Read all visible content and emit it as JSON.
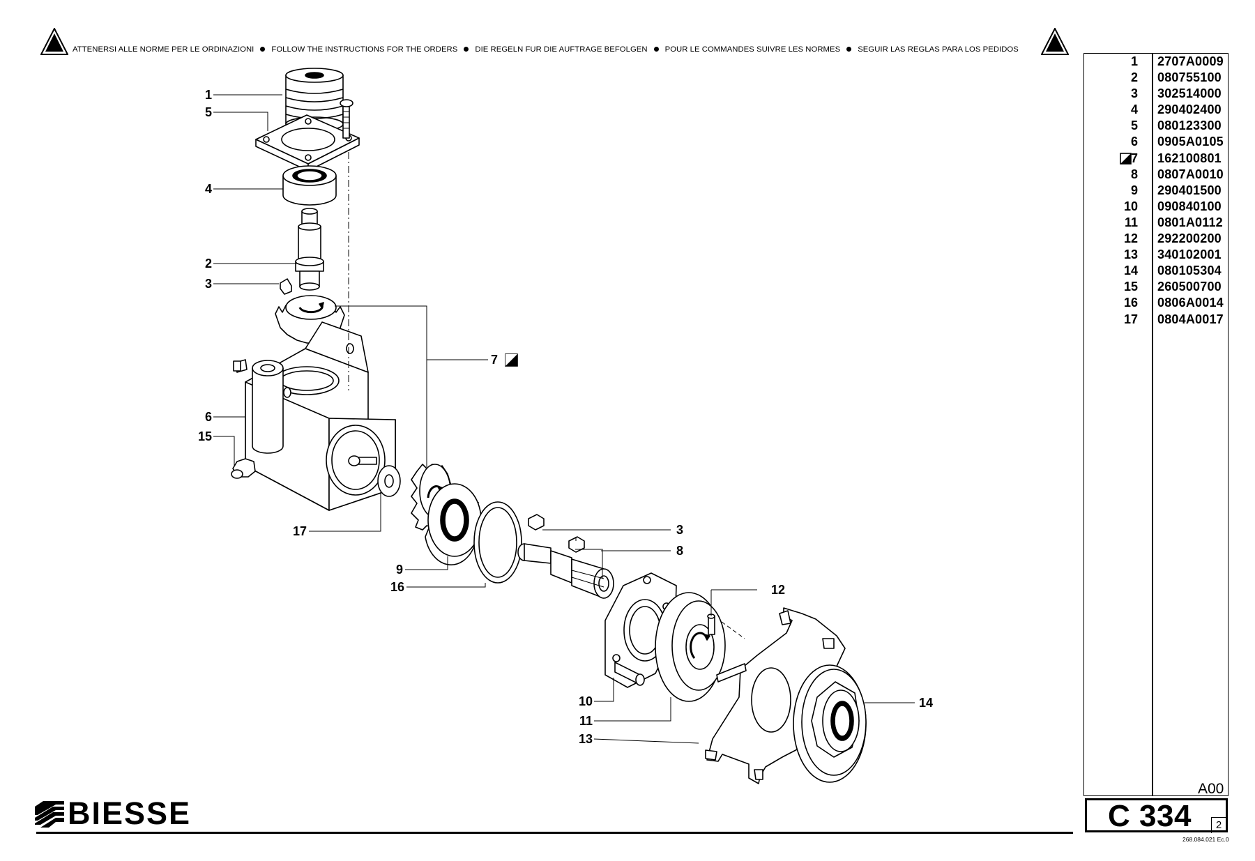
{
  "header": {
    "instructions": [
      "ATTENERSI ALLE NORME PER LE ORDINAZIONI",
      "FOLLOW THE INSTRUCTIONS FOR THE ORDERS",
      "DIE REGELN FUR DIE AUFTRAGE BEFOLGEN",
      "POUR LE COMMANDES SUIVRE LES NORMES",
      "SEGUIR LAS REGLAS PARA LOS PEDIDOS"
    ],
    "warning_icon": "warning-triangle-icon"
  },
  "diagram": {
    "callouts": [
      "1",
      "5",
      "4",
      "2",
      "3",
      "7",
      "6",
      "15",
      "17",
      "9",
      "16",
      "3",
      "8",
      "12",
      "10",
      "11",
      "13",
      "14"
    ],
    "assembly_marker_icon": "half-filled-square-icon"
  },
  "parts": [
    {
      "index": "1",
      "code": "2707A0009"
    },
    {
      "index": "2",
      "code": "080755100"
    },
    {
      "index": "3",
      "code": "302514000"
    },
    {
      "index": "4",
      "code": "290402400"
    },
    {
      "index": "5",
      "code": "080123300"
    },
    {
      "index": "6",
      "code": "0905A0105"
    },
    {
      "index": "7",
      "code": "162100801",
      "marker": "half-filled-square-icon"
    },
    {
      "index": "8",
      "code": "0807A0010"
    },
    {
      "index": "9",
      "code": "290401500"
    },
    {
      "index": "10",
      "code": "090840100"
    },
    {
      "index": "11",
      "code": "0801A0112"
    },
    {
      "index": "12",
      "code": "292200200"
    },
    {
      "index": "13",
      "code": "340102001"
    },
    {
      "index": "14",
      "code": "080105304"
    },
    {
      "index": "15",
      "code": "260500700"
    },
    {
      "index": "16",
      "code": "0806A0014"
    },
    {
      "index": "17",
      "code": "0804A0017"
    }
  ],
  "titleblock": {
    "revision": "A00",
    "table_code": "C 334",
    "sheet": "2",
    "document_ref": "268.084.021 Ec.0"
  },
  "brand": {
    "name": "BIESSE",
    "logo_icon": "biesse-stripes-logo"
  }
}
